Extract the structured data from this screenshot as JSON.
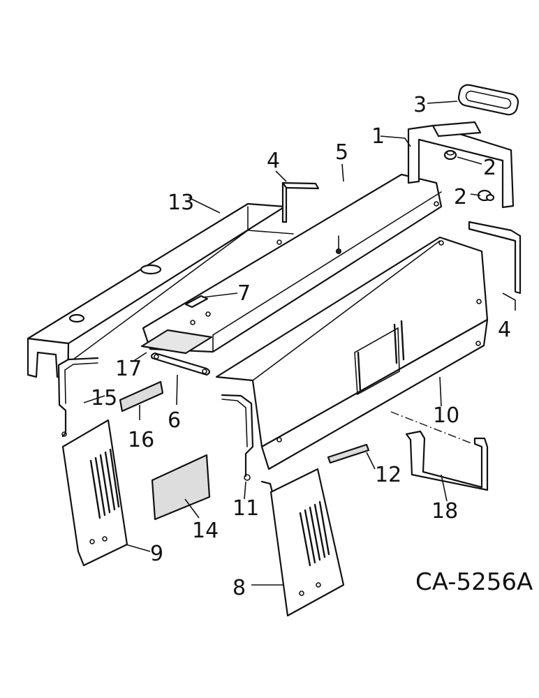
{
  "figure_id": "CA-5256A",
  "callouts": {
    "c1": "1",
    "c2a": "2",
    "c2b": "2",
    "c3": "3",
    "c4a": "4",
    "c4b": "4",
    "c5": "5",
    "c6": "6",
    "c7": "7",
    "c8": "8",
    "c9": "9",
    "c10": "10",
    "c11": "11",
    "c12": "12",
    "c13": "13",
    "c14": "14",
    "c15": "15",
    "c16": "16",
    "c17": "17",
    "c18": "18"
  }
}
